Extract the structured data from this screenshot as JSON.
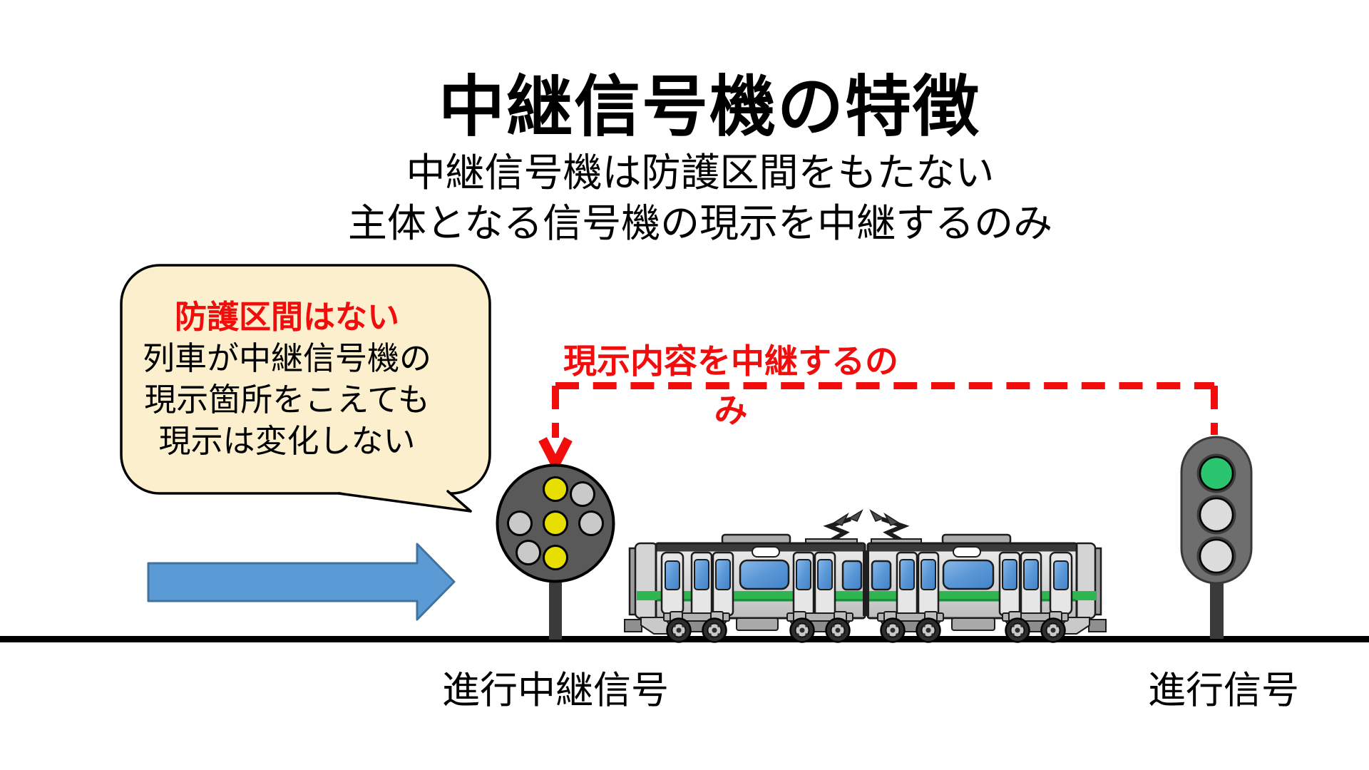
{
  "slide": {
    "title": "中継信号機の特徴",
    "subtitle_line1": "中継信号機は防護区間をもたない",
    "subtitle_line2": "主体となる信号機の現示を中継するのみ",
    "bubble": {
      "heading": "防護区間はない",
      "body_line1": "列車が中継信号機の",
      "body_line2": "現示箇所をこえても",
      "body_line3": "現示は変化しない"
    },
    "relay_annotation": "現示内容を中継するのみ",
    "caption_relay": "進行中継信号",
    "caption_main": "進行信号",
    "icons": {
      "relay_signal": "relay-signal-7-lights-vertical-yellow-lit",
      "main_signal": "block-signal-green-lit",
      "train": "two-car-commuter-train",
      "direction_arrow": "right-arrow"
    },
    "colors": {
      "annotation_red": "#F20D0D",
      "bubble_fill": "#FBEFCE",
      "arrow_blue": "#5B9BD5",
      "arrow_blue_border": "#41719C",
      "relay_housing": "#595959",
      "main_housing": "#6E6E6E",
      "signal_yellow": "#E8DF00",
      "signal_green": "#2BC46F",
      "signal_unlit_gray": "#C9C9C9",
      "signal_unlit_light": "#DCDCDC",
      "train_stripe_green": "#2FB651",
      "train_window_blue": "#4D8FD1"
    }
  }
}
